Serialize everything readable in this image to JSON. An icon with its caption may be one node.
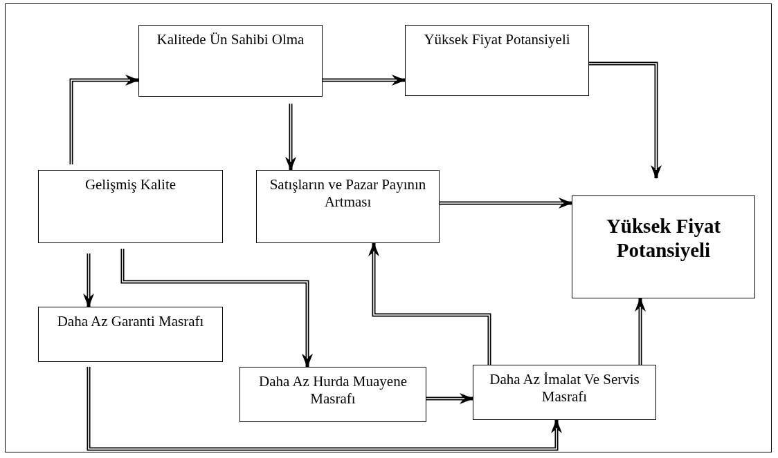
{
  "diagram": {
    "nodes": [
      {
        "text": [
          "Kalitede Ün Sahibi Olma"
        ]
      },
      {
        "text": [
          "Yüksek Fiyat Potansiyeli"
        ]
      },
      {
        "text": [
          "Gelişmiş Kalite"
        ]
      },
      {
        "text": [
          "Satışların ve Pazar Payının Artması"
        ]
      },
      {
        "text": [
          "Yüksek Fiyat Potansiyeli"
        ]
      },
      {
        "text": [
          "Daha Az Garanti Masrafı"
        ]
      },
      {
        "text": [
          "Daha Az Hurda Muayene Masrafı"
        ]
      },
      {
        "text": [
          "Daha Az İmalat Ve Servis Masrafı"
        ]
      }
    ],
    "edges": [
      {
        "from": 2,
        "to": 0,
        "arrow": "to"
      },
      {
        "from": 0,
        "to": 1,
        "arrow": "to"
      },
      {
        "from": 0,
        "to": 3,
        "arrow": "to"
      },
      {
        "from": 1,
        "to": 4,
        "arrow": "to"
      },
      {
        "from": 3,
        "to": 4,
        "arrow": "to"
      },
      {
        "from": 2,
        "to": 5,
        "arrow": "to"
      },
      {
        "from": 2,
        "to": 6,
        "arrow": "to"
      },
      {
        "from": 6,
        "to": 7,
        "arrow": "to"
      },
      {
        "from": 7,
        "to": 3,
        "arrow": "to"
      },
      {
        "from": 7,
        "to": 4,
        "arrow": "to"
      },
      {
        "from": 5,
        "to": 7,
        "arrow": "to"
      }
    ]
  }
}
